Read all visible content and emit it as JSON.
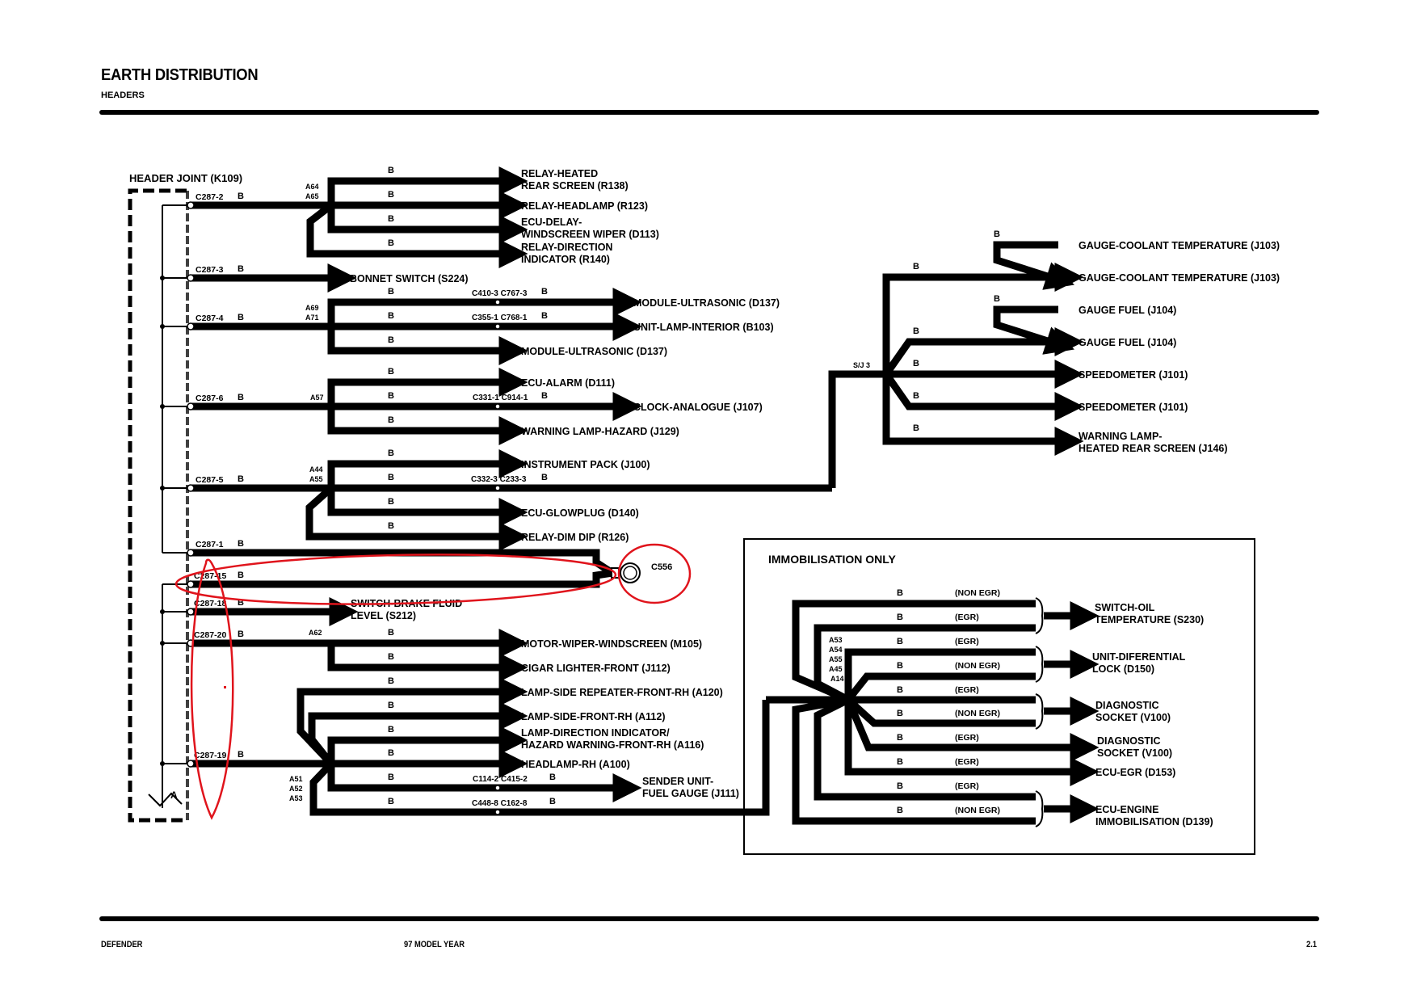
{
  "header": {
    "title": "EARTH DISTRIBUTION",
    "subtitle": "HEADERS"
  },
  "footer": {
    "left": "DEFENDER",
    "center": "97 MODEL YEAR",
    "page": "2.1"
  },
  "header_joint": {
    "label": "HEADER JOINT (K109)",
    "marker": "A"
  },
  "wire_colour_code": "B",
  "connectors": {
    "c287_2": "C287-2",
    "c287_3": "C287-3",
    "c287_4": "C287-4",
    "c287_6": "C287-6",
    "c287_5": "C287-5",
    "c287_1": "C287-1",
    "c287_15": "C287-15",
    "c287_18": "C287-18",
    "c287_20": "C287-20",
    "c287_19": "C287-19"
  },
  "splices": {
    "a64_a65": [
      "A64",
      "A65"
    ],
    "a69_a71": [
      "A69",
      "A71"
    ],
    "a57": "A57",
    "a44_a55": [
      "A44",
      "A55"
    ],
    "a62": "A62",
    "a51_a53": [
      "A51",
      "A52",
      "A53"
    ],
    "sj3": "S/J 3",
    "immob": [
      "A53",
      "A54",
      "A55",
      "A45",
      "A14"
    ]
  },
  "inline_connectors": {
    "ultrasonic": "C410-3 C767-3",
    "interior": "C355-1 C768-1",
    "clock": "C331-1 C914-1",
    "pack": "C332-3 C233-3",
    "sender": "C114-2 C415-2",
    "immob": "C448-8 C162-8"
  },
  "eyelet": "C556",
  "components": {
    "relay_hrs": [
      "RELAY-HEATED",
      "REAR SCREEN (R138)"
    ],
    "relay_headlamp": "RELAY-HEADLAMP (R123)",
    "ecu_delay": [
      "ECU-DELAY-",
      "WINDSCREEN WIPER (D113)"
    ],
    "relay_dir": [
      "RELAY-DIRECTION",
      "INDICATOR (R140)"
    ],
    "bonnet": "BONNET SWITCH (S224)",
    "mod_ultra_1": "MODULE-ULTRASONIC (D137)",
    "unit_lamp_int": "UNIT-LAMP-INTERIOR (B103)",
    "mod_ultra_2": "MODULE-ULTRASONIC (D137)",
    "ecu_alarm": "ECU-ALARM (D111)",
    "clock": "CLOCK-ANALOGUE (J107)",
    "warn_hazard": "WARNING LAMP-HAZARD (J129)",
    "inst_pack": "INSTRUMENT PACK (J100)",
    "ecu_glow": "ECU-GLOWPLUG (D140)",
    "relay_dim": "RELAY-DIM DIP (R126)",
    "brake_fluid": [
      "SWITCH-BRAKE FLUID",
      "LEVEL (S212)"
    ],
    "motor_wiper": "MOTOR-WIPER-WINDSCREEN (M105)",
    "cigar": "CIGAR LIGHTER-FRONT (J112)",
    "side_rep": "LAMP-SIDE REPEATER-FRONT-RH (A120)",
    "side_front": "LAMP-SIDE-FRONT-RH (A112)",
    "dir_ind": [
      "LAMP-DIRECTION INDICATOR/",
      "HAZARD WARNING-FRONT-RH (A116)"
    ],
    "headlamp": "HEADLAMP-RH (A100)",
    "sender": [
      "SENDER UNIT-",
      "FUEL GAUGE (J111)"
    ],
    "coolant_1": "GAUGE-COOLANT TEMPERATURE (J103)",
    "coolant_2": "GAUGE-COOLANT TEMPERATURE (J103)",
    "fuel_1": "GAUGE FUEL (J104)",
    "fuel_2": "GAUGE FUEL (J104)",
    "speedo_1": "SPEEDOMETER (J101)",
    "speedo_2": "SPEEDOMETER (J101)",
    "warn_hrs": [
      "WARNING LAMP-",
      "HEATED REAR SCREEN (J146)"
    ]
  },
  "immobilisation": {
    "title": "IMMOBILISATION ONLY",
    "variants": [
      "(NON EGR)",
      "(EGR)",
      "(EGR)",
      "(NON EGR)",
      "(EGR)",
      "(NON EGR)",
      "(EGR)",
      "(EGR)",
      "(EGR)",
      "(NON EGR)"
    ],
    "components": {
      "oil_temp": [
        "SWITCH-OIL",
        "TEMPERATURE (S230)"
      ],
      "diff_lock": [
        "UNIT-DIFERENTIAL",
        "LOCK (D150)"
      ],
      "diag_1": [
        "DIAGNOSTIC",
        "SOCKET (V100)"
      ],
      "diag_2": [
        "DIAGNOSTIC",
        "SOCKET (V100)"
      ],
      "ecu_egr": "ECU-EGR (D153)",
      "ecu_engine": [
        "ECU-ENGINE",
        "IMMOBILISATION (D139)"
      ]
    }
  },
  "annotations": {
    "color": "#e0141c"
  }
}
